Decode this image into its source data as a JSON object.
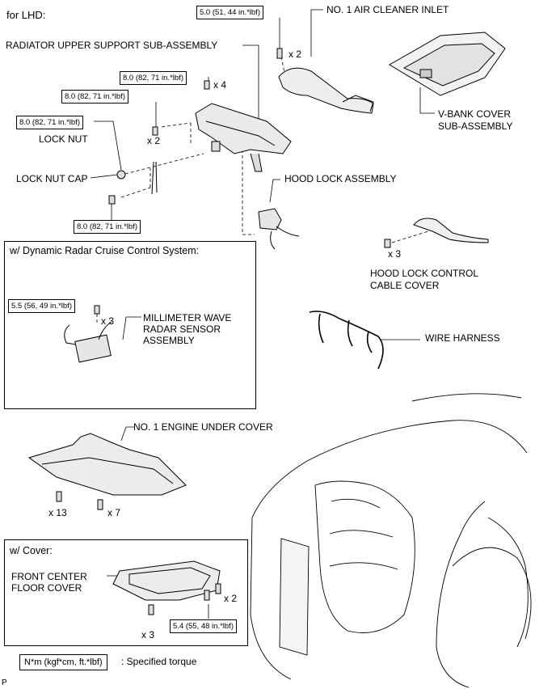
{
  "header": {
    "variant": "for LHD:"
  },
  "torque": {
    "air_cleaner_bolt": "5.0 (51, 44 in.*lbf)",
    "support_bolt_x4": "8.0 (82, 71 in.*lbf)",
    "support_bolt_x2": "8.0 (82, 71 in.*lbf)",
    "lock_nut": "8.0 (82, 71 in.*lbf)",
    "support_bolt_lower": "8.0 (82, 71 in.*lbf)",
    "radar_bolt": "5.5 (56, 49 in.*lbf)",
    "floor_cover_bolt": "5.4 (55, 48 in.*lbf)"
  },
  "quantities": {
    "air_cleaner": "x 2",
    "support_top": "x 4",
    "support_side": "x 2",
    "radar": "x 3",
    "hood_cable": "x 3",
    "under_cover_a": "x 13",
    "under_cover_b": "x 7",
    "floor_cover_a": "x 2",
    "floor_cover_b": "x 3"
  },
  "parts": {
    "air_cleaner_inlet": "NO. 1 AIR CLEANER INLET",
    "radiator_support": "RADIATOR UPPER SUPPORT SUB-ASSEMBLY",
    "lock_nut": "LOCK NUT",
    "lock_nut_cap": "LOCK NUT CAP",
    "hood_lock": "HOOD LOCK ASSEMBLY",
    "vbank_line1": "V-BANK COVER",
    "vbank_line2": "SUB-ASSEMBLY",
    "hood_cable_line1": "HOOD LOCK CONTROL",
    "hood_cable_line2": "CABLE COVER",
    "radar_line1": "MILLIMETER WAVE",
    "radar_line2": "RADAR SENSOR",
    "radar_line3": "ASSEMBLY",
    "wire_harness": "WIRE HARNESS",
    "under_cover": "NO. 1 ENGINE UNDER COVER",
    "floor_cover_line1": "FRONT CENTER",
    "floor_cover_line2": "FLOOR COVER"
  },
  "sections": {
    "radar_title": "w/ Dynamic Radar Cruise Control System:",
    "cover_title": "w/ Cover:"
  },
  "legend": {
    "unit": "N*m (kgf*cm, ft.*lbf)",
    "meaning": ": Specified torque"
  },
  "footer": {
    "code": "P"
  }
}
